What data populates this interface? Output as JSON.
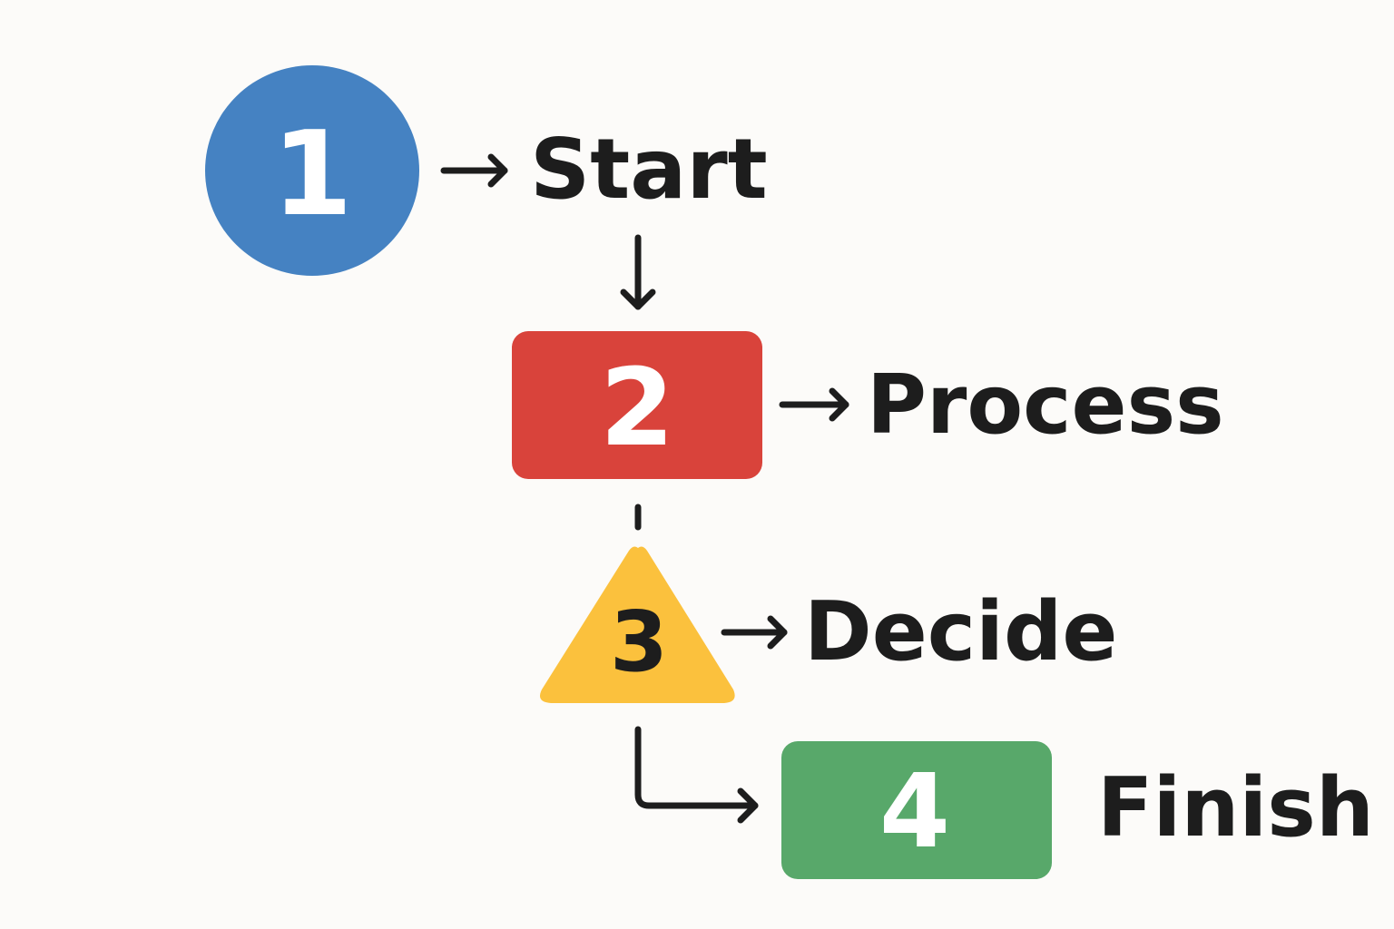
{
  "colors": {
    "background": "#fcfbf9",
    "step1": "#4582c2",
    "step2": "#d9433b",
    "step3": "#fbc13d",
    "step4": "#58a86a",
    "text": "#1d1d1d",
    "light_number": "#ffffff"
  },
  "steps": [
    {
      "number": "1",
      "label": "Start",
      "shape": "circle"
    },
    {
      "number": "2",
      "label": "Process",
      "shape": "rounded-rectangle"
    },
    {
      "number": "3",
      "label": "Decide",
      "shape": "triangle"
    },
    {
      "number": "4",
      "label": "Finish",
      "shape": "rounded-rectangle"
    }
  ]
}
